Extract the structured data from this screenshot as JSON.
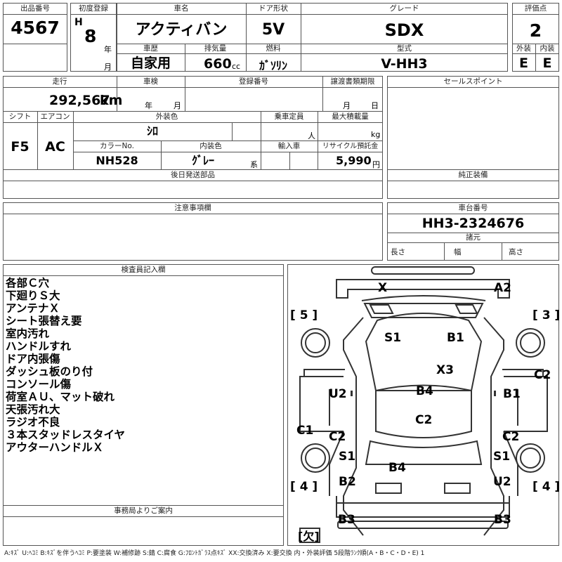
{
  "header": {
    "lot_label": "出品番号",
    "lot_value": "4567",
    "first_reg_label": "初度登録",
    "era": "H",
    "reg_year": "8",
    "year_unit": "年",
    "month_unit": "月",
    "name_label": "車名",
    "name_value": "アクティバン",
    "door_label": "ドア形状",
    "door_value": "5V",
    "grade_label": "グレード",
    "grade_value": "SDX",
    "score_label": "評価点",
    "score_value": "2",
    "history_label": "車歴",
    "history_value": "自家用",
    "displacement_label": "排気量",
    "displacement_value": "660",
    "displacement_unit": "cc",
    "fuel_label": "燃料",
    "fuel_value": "ｶﾞｿﾘﾝ",
    "model_label": "型式",
    "model_value": "V-HH3",
    "exterior_label": "外装",
    "exterior_value": "E",
    "interior_label": "内装",
    "interior_value": "E"
  },
  "row2": {
    "mileage_label": "走行",
    "mileage_value": "292,567",
    "mileage_unit": "km",
    "inspection_label": "車検",
    "inspection_year_unit": "年",
    "inspection_month_unit": "月",
    "reg_no_label": "登録番号",
    "transfer_label": "譲渡書類期限",
    "transfer_month_unit": "月",
    "transfer_day_unit": "日",
    "sales_points_label": "セールスポイント",
    "shift_label": "シフト",
    "shift_value": "F5",
    "ac_label": "エアコン",
    "ac_value": "AC",
    "color_label": "外装色",
    "color_value": "ｼﾛ",
    "capacity_label": "乗車定員",
    "capacity_unit": "人",
    "max_load_label": "最大積載量",
    "max_load_unit": "kg",
    "color_no_label": "カラーNo.",
    "color_no_value": "NH528",
    "interior_color_label": "内装色",
    "interior_color_value": "ｸﾞﾚｰ",
    "interior_color_unit": "系",
    "import_label": "輸入車",
    "recycle_label": "リサイクル預託金",
    "recycle_value": "5,990",
    "recycle_unit": "円",
    "later_parts_label": "後日発送部品",
    "genuine_label": "純正装備"
  },
  "row3": {
    "notes_label": "注意事項欄",
    "chassis_label": "車台番号",
    "chassis_value": "HH3-2324676",
    "spec_label": "諸元",
    "length_label": "長さ",
    "width_label": "幅",
    "height_label": "高さ"
  },
  "inspector": {
    "label": "検査員記入欄",
    "lines": [
      "各部Ｃ穴",
      "下廻りＳ大",
      "アンテナＸ",
      "シート張替え要",
      "室内汚れ",
      "ハンドルすれ",
      "ドア内張傷",
      "ダッシュ板のり付",
      "コンソール傷",
      "荷室ＡＵ、マット破れ",
      "天張汚れ大",
      "ラジオ不良",
      "３本スタッドレスタイヤ",
      "アウターハンドルＸ"
    ]
  },
  "office": {
    "label": "事務局よりご案内"
  },
  "diagram": {
    "marks": {
      "x_front": "X",
      "a2": "A2",
      "s1_top": "S1",
      "b1_top": "B1",
      "x3": "X3",
      "c2_right": "C2",
      "u2_left": "U2",
      "b4_mid": "B4",
      "b1_right": "B1",
      "c2_mid": "C2",
      "c1_left": "C1",
      "c2_left": "C2",
      "c2_right_low": "C2",
      "s1_left": "S1",
      "s1_right": "S1",
      "b4_low": "B4",
      "b2_left": "B2",
      "u2_right": "U2",
      "b3_left": "B3",
      "b3_right": "B3"
    },
    "tire_tl": "[ 5 ]",
    "tire_tr": "[ 3 ]",
    "tire_bl": "[ 4 ]",
    "tire_br": "[ 4 ]",
    "spare": "[欠]"
  },
  "legend": "A:ｷｽﾞ  U:ﾍｺﾐ  B:ｷｽﾞを伴うﾍｺﾐ  P:要塗装  W:補修跡  S:錆  C:腐食  G:ﾌﾛﾝﾄｶﾞﾗｽ点ｷｽﾞ  XX:交換済み  X:要交換   内・外装評価  5段階ﾗﾝｸ順(A・B・C・D・E) 1"
}
